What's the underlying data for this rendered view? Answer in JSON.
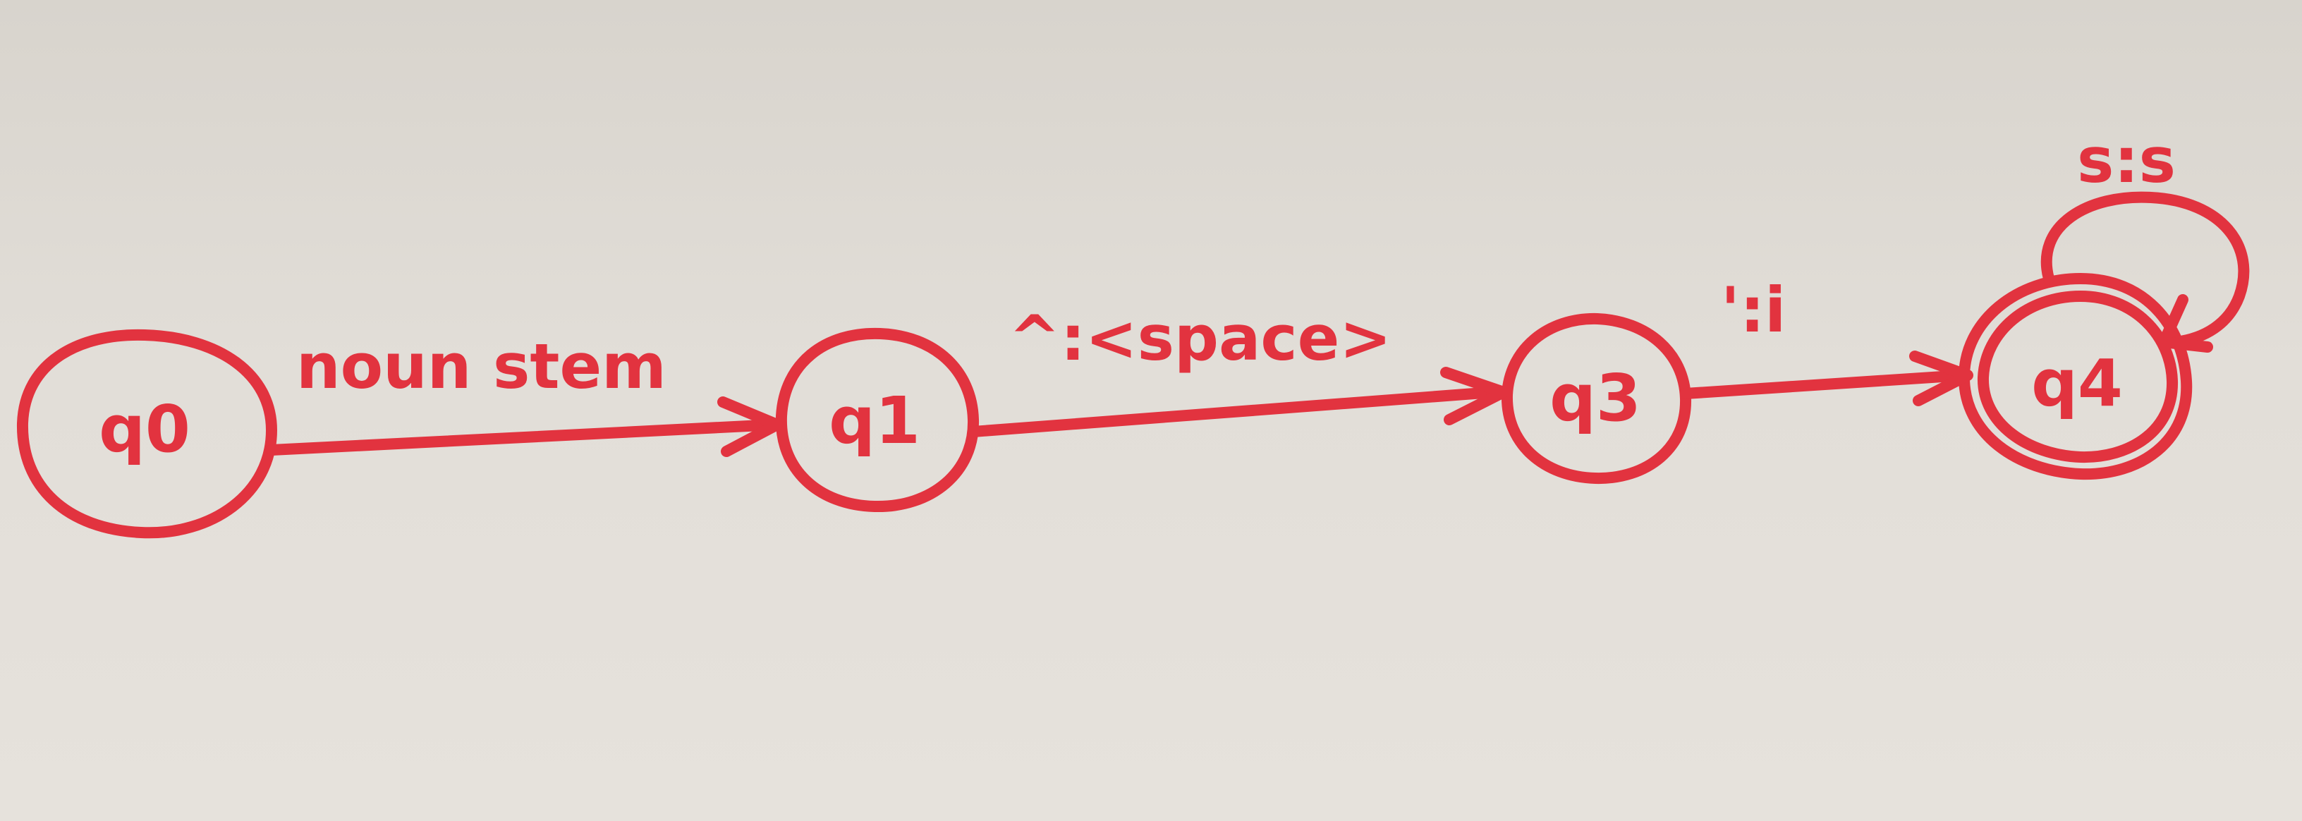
{
  "diagram": {
    "ink_color": "#e2333f",
    "paper_color": "#e2ded8",
    "states": [
      {
        "id": "q0",
        "label": "q0",
        "accepting": false
      },
      {
        "id": "q1",
        "label": "q1",
        "accepting": false
      },
      {
        "id": "q3",
        "label": "q3",
        "accepting": false
      },
      {
        "id": "q4",
        "label": "q4",
        "accepting": true
      }
    ],
    "transitions": [
      {
        "from": "q0",
        "to": "q1",
        "label": "noun stem"
      },
      {
        "from": "q1",
        "to": "q3",
        "label": "^:<space>"
      },
      {
        "from": "q3",
        "to": "q4",
        "label": "':i"
      },
      {
        "from": "q4",
        "to": "q4",
        "label": "s:s"
      }
    ]
  }
}
